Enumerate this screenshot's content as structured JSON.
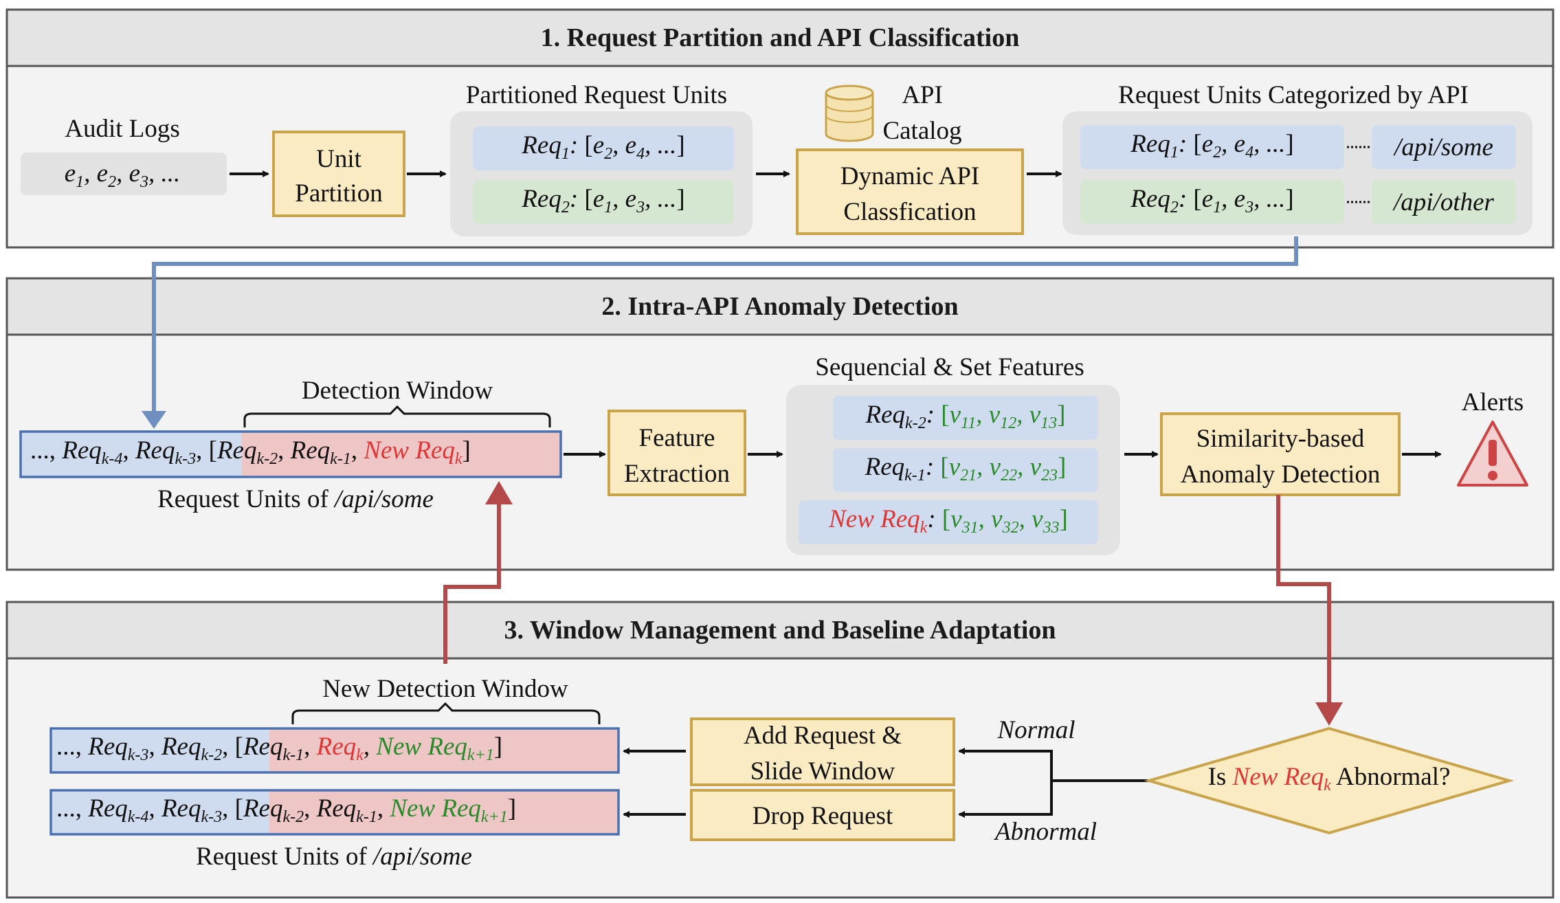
{
  "sections": {
    "s1": "1. Request Partition and API Classification",
    "s2": "2. Intra-API Anomaly Detection",
    "s3": "3. Window Management and Baseline Adaptation"
  },
  "s1": {
    "audit_label": "Audit Logs",
    "events": "e1, e2, e3, ...",
    "unit_partition": [
      "Unit",
      "Partition"
    ],
    "partitioned_label": "Partitioned Request Units",
    "req1": "Req1: [e2, e4, ...]",
    "req2": "Req2: [e1, e3, ...]",
    "catalog_label": [
      "API",
      "Catalog"
    ],
    "dynamic_api": [
      "Dynamic API",
      "Classfication"
    ],
    "categorized_label": "Request Units Categorized by API",
    "api_some": "/api/some",
    "api_other": "/api/other"
  },
  "s2": {
    "detection_window": "Detection Window",
    "seq_prefix": "..., Reqk-4, Reqk-3,",
    "win_items": [
      "Reqk-2,",
      "Reqk-1,",
      "New Reqk"
    ],
    "request_units_label": "Request Units of /api/some",
    "feature_extraction": [
      "Feature",
      "Extraction"
    ],
    "features_label": "Sequencial & Set Features",
    "feat_rows": [
      {
        "name": "Reqk-2",
        "vals": "[v11, v12, v13]"
      },
      {
        "name": "Reqk-1",
        "vals": "[v21, v22, v23]"
      },
      {
        "name": "New Reqk",
        "vals": "[v31, v32, v33]"
      }
    ],
    "similarity": [
      "Similarity-based",
      "Anomaly Detection"
    ],
    "alerts": "Alerts"
  },
  "s3": {
    "new_detection_window": "New Detection Window",
    "row1_prefix": "..., Reqk-3, Reqk-2,",
    "row1_win": [
      "Reqk-1,",
      "Reqk,",
      "New Reqk+1"
    ],
    "row2_prefix": "..., Reqk-4, Reqk-3,",
    "row2_win": [
      "Reqk-2,",
      "Reqk-1,",
      "New Reqk+1"
    ],
    "request_units_label": "Request Units of /api/some",
    "add_request": [
      "Add Request &",
      "Slide Window"
    ],
    "drop_request": "Drop Request",
    "normal": "Normal",
    "abnormal": "Abnormal",
    "decision": "Is New Reqk Abnormal?"
  },
  "colors": {
    "section_bg": "#f3f3f3",
    "header_bg": "#e4e4e4",
    "process_box": "#faebc2",
    "blue_unit": "#cfdcef",
    "green_unit": "#d5e7d1",
    "window_pink": "#efc6c6",
    "flow_red": "#b54848",
    "flow_blue": "#6f8fc0",
    "highlight_red": "#e03535",
    "value_green": "#2a8a2a"
  }
}
